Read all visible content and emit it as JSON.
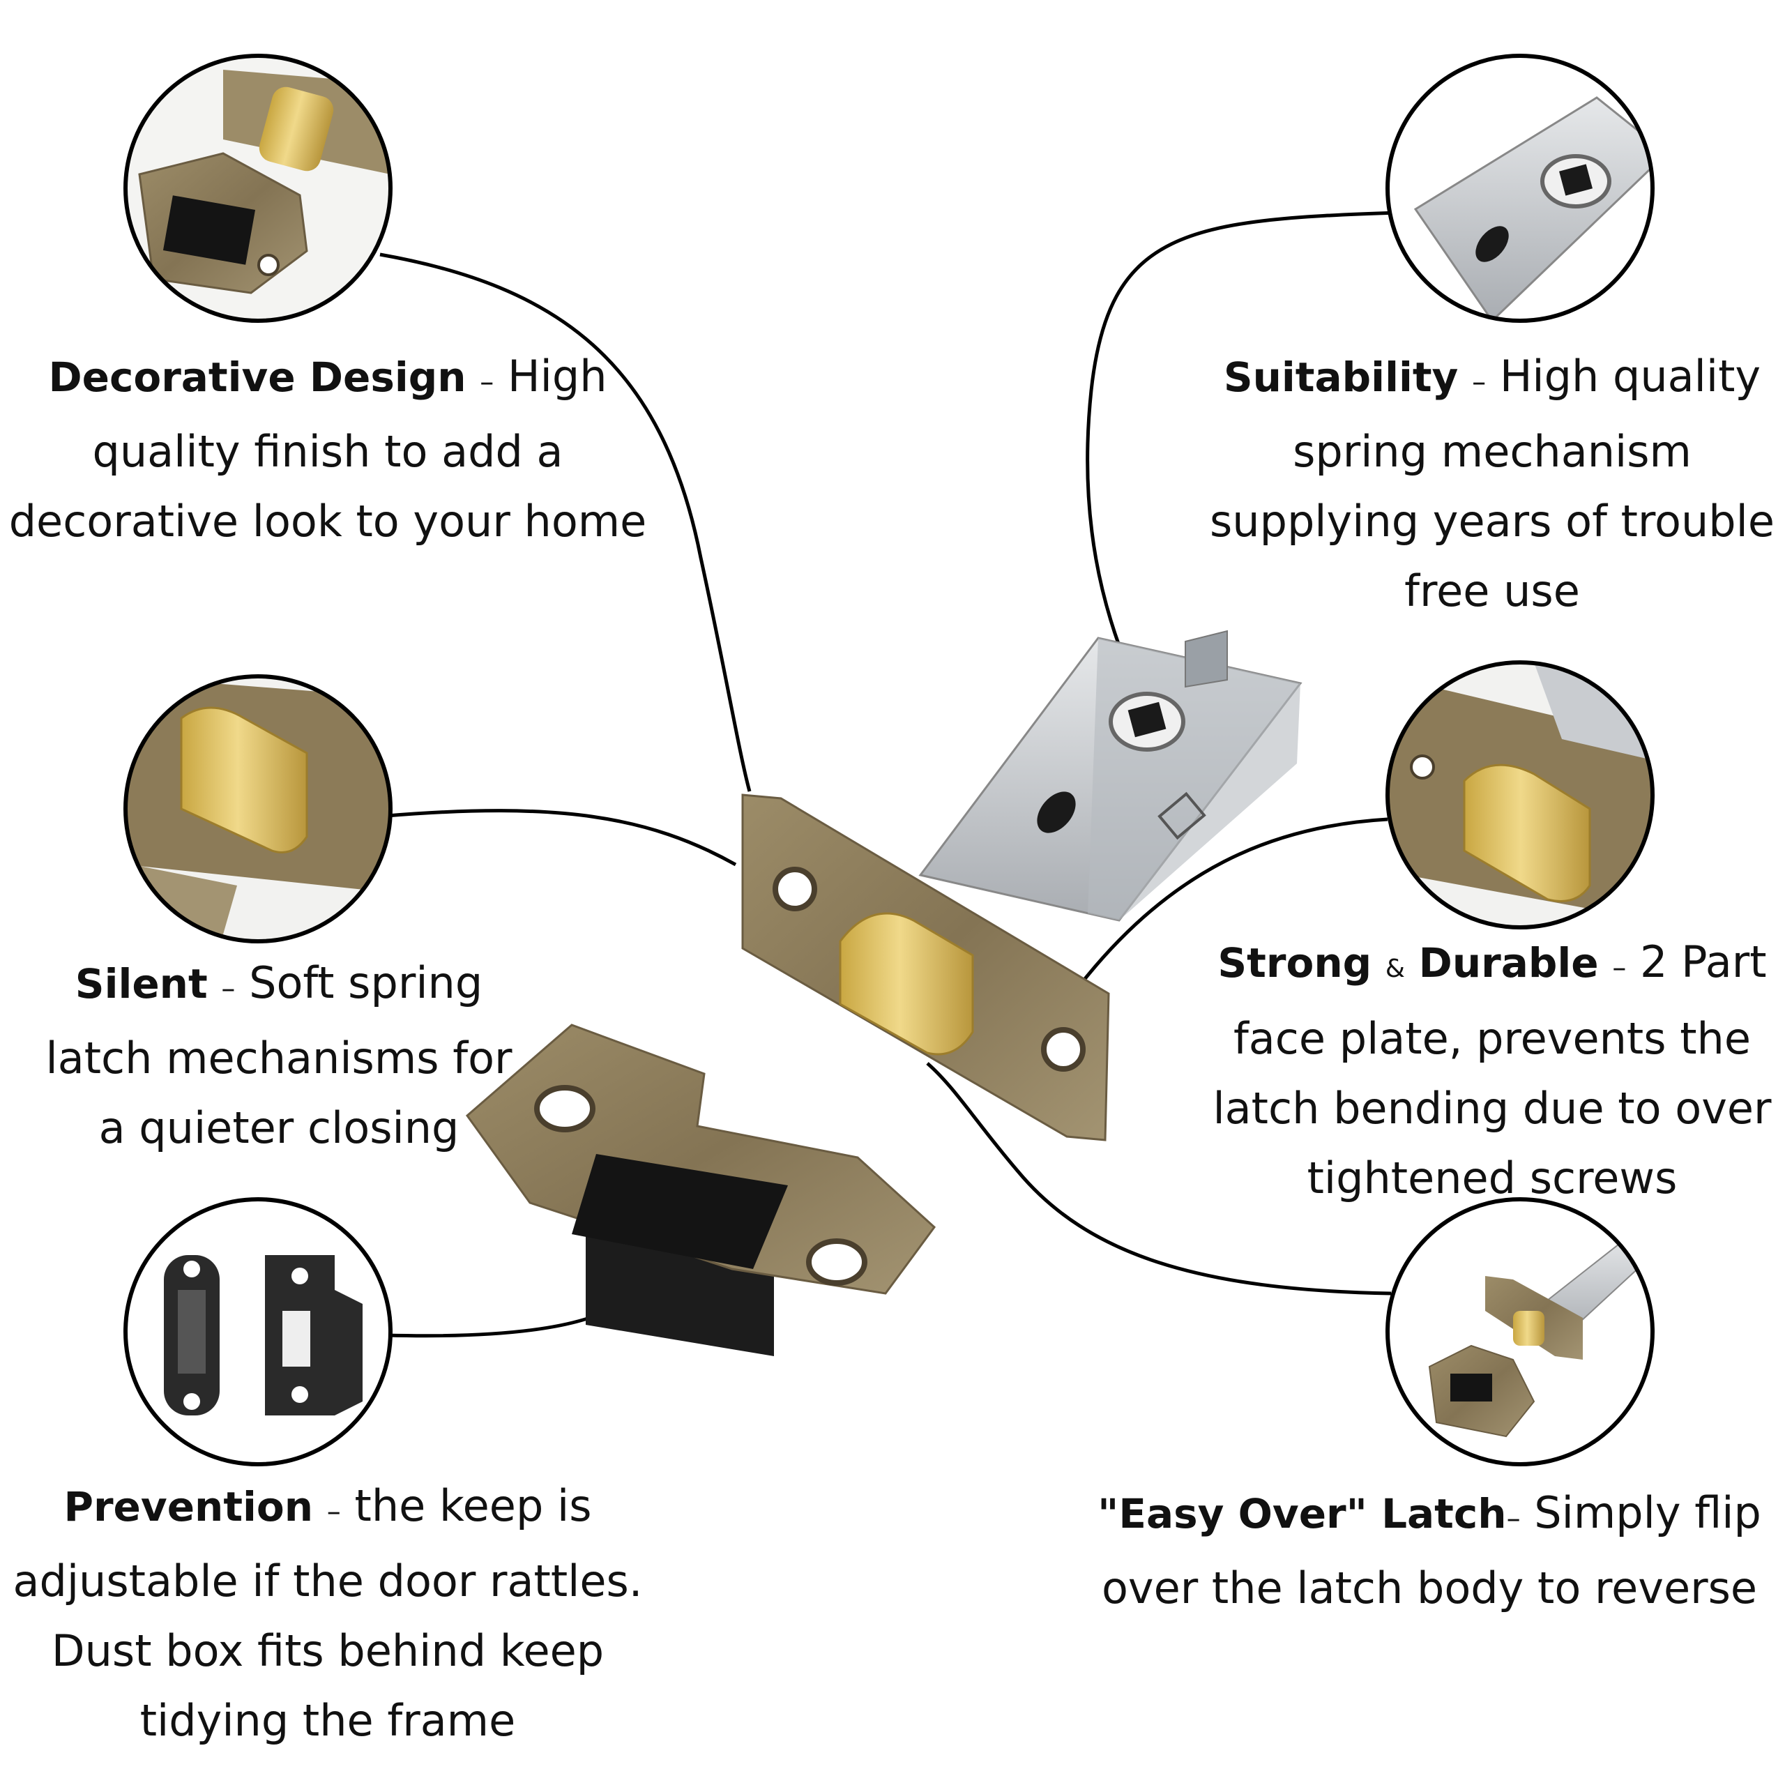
{
  "features": {
    "decorative": {
      "title": "Decorative Design",
      "lines": [
        "High",
        "quality finish to add a",
        "decorative look to your home"
      ]
    },
    "silent": {
      "title": "Silent",
      "lines": [
        "Soft spring",
        "latch mechanisms for",
        "a quieter closing"
      ]
    },
    "prevention": {
      "title": "Prevention",
      "lines": [
        "the keep is",
        "adjustable if the door rattles.",
        "Dust box fits behind keep",
        "tidying the frame"
      ]
    },
    "suitability": {
      "title": "Suitability",
      "lines": [
        "High quality",
        "spring mechanism",
        "supplying years of trouble",
        "free use"
      ]
    },
    "strong": {
      "title_a": "Strong",
      "amp": "&",
      "title_b": "Durable",
      "lines": [
        "2 Part",
        "face plate, prevents the",
        "latch bending due to over",
        "tightened screws"
      ]
    },
    "easy_over": {
      "title": "\"Easy Over\" Latch",
      "lines": [
        "Simply flip",
        "over the latch body to reverse"
      ]
    }
  },
  "dash": "–",
  "colors": {
    "brass": "#d8b85a",
    "antique_brass": "#8f7e5a",
    "zinc": "#c9ccd0",
    "outline": "#000000"
  }
}
